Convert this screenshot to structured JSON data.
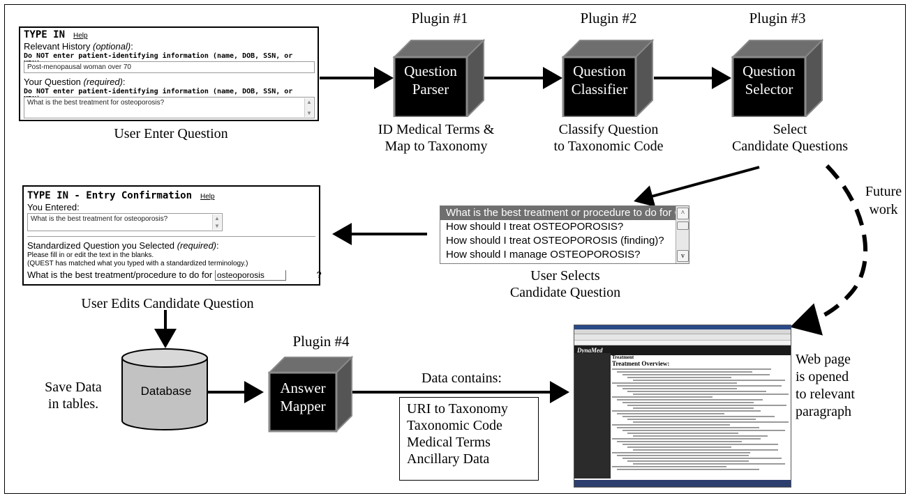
{
  "entry_panel": {
    "heading": "TYPE IN",
    "help": "Help",
    "history_label": "Relevant History",
    "history_opt": "(optional)",
    "colon": ":",
    "warning": "Do NOT enter patient-identifying information (name, DOB, SSN, or MRN).",
    "history_value": "Post-menopausal woman over 70",
    "question_label": "Your Question",
    "question_req": "(required)",
    "question_value": "What is the best treatment for osteoporosis?"
  },
  "entry_caption": "User Enter Question",
  "plugins": [
    {
      "title": "Plugin #1",
      "line1": "Question",
      "line2": "Parser",
      "cap1": "ID Medical Terms &",
      "cap2": "Map to Taxonomy"
    },
    {
      "title": "Plugin #2",
      "line1": "Question",
      "line2": "Classifier",
      "cap1": "Classify Question",
      "cap2": "to Taxonomic Code"
    },
    {
      "title": "Plugin #3",
      "line1": "Question",
      "line2": "Selector",
      "cap1": "Select",
      "cap2": "Candidate Questions"
    },
    {
      "title": "Plugin #4",
      "line1": "Answer",
      "line2": "Mapper"
    }
  ],
  "future_work": {
    "line1": "Future",
    "line2": "work"
  },
  "candidate_list": {
    "items": [
      "What is the best treatment or procedure to do for OSTEOPOROSIS?",
      "How should I treat OSTEOPOROSIS?",
      "How should I treat OSTEOPOROSIS (finding)?",
      "How should I manage OSTEOPOROSIS?"
    ],
    "caption1": "User Selects",
    "caption2": "Candidate Question"
  },
  "confirm_panel": {
    "heading": "TYPE IN - Entry Confirmation",
    "help": "Help",
    "you_entered": "You Entered:",
    "entered_value": "What is the best treatment for osteoporosis?",
    "std_label": "Standardized Question you Selected",
    "std_req": "(required)",
    "colon": ":",
    "instr1": "Please fill in or edit the text in the blanks.",
    "instr2": "(QUEST has matched what you typed with a standardized terminology.)",
    "template_text": "What is the best treatment/procedure to do for",
    "blank_value": "osteoporosis",
    "qmark": "?"
  },
  "confirm_caption": "User Edits Candidate Question",
  "database": {
    "label": "Database",
    "cap1": "Save Data",
    "cap2": "in tables."
  },
  "data_contains": "Data contains:",
  "data_items": [
    "URI to Taxonomy",
    "Taxonomic Code",
    "Medical Terms",
    "Ancillary Data"
  ],
  "webpage": {
    "logo": "DynaMed",
    "heading1": "Treatment",
    "heading2": "Treatment Overview:",
    "cap1": "Web page",
    "cap2": "is opened",
    "cap3": "to relevant",
    "cap4": "paragraph"
  }
}
